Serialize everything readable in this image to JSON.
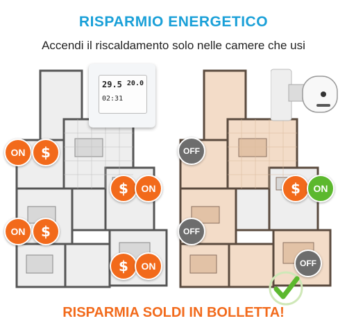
{
  "title": "RISPARMIO ENERGETICO",
  "subtitle": "Accendi il riscaldamento solo nelle camere che usi",
  "footer": "RISPARMIA SOLDI IN BOLLETTA!",
  "thermostat": {
    "temp": "29.5",
    "set": "20.0",
    "time": "02:31"
  },
  "badges": {
    "on": "ON",
    "off": "OFF",
    "dollar": "$"
  },
  "colors": {
    "title": "#1aa0d8",
    "on": "#f26a1b",
    "off": "#6d6d6d",
    "active": "#5cb82e"
  }
}
